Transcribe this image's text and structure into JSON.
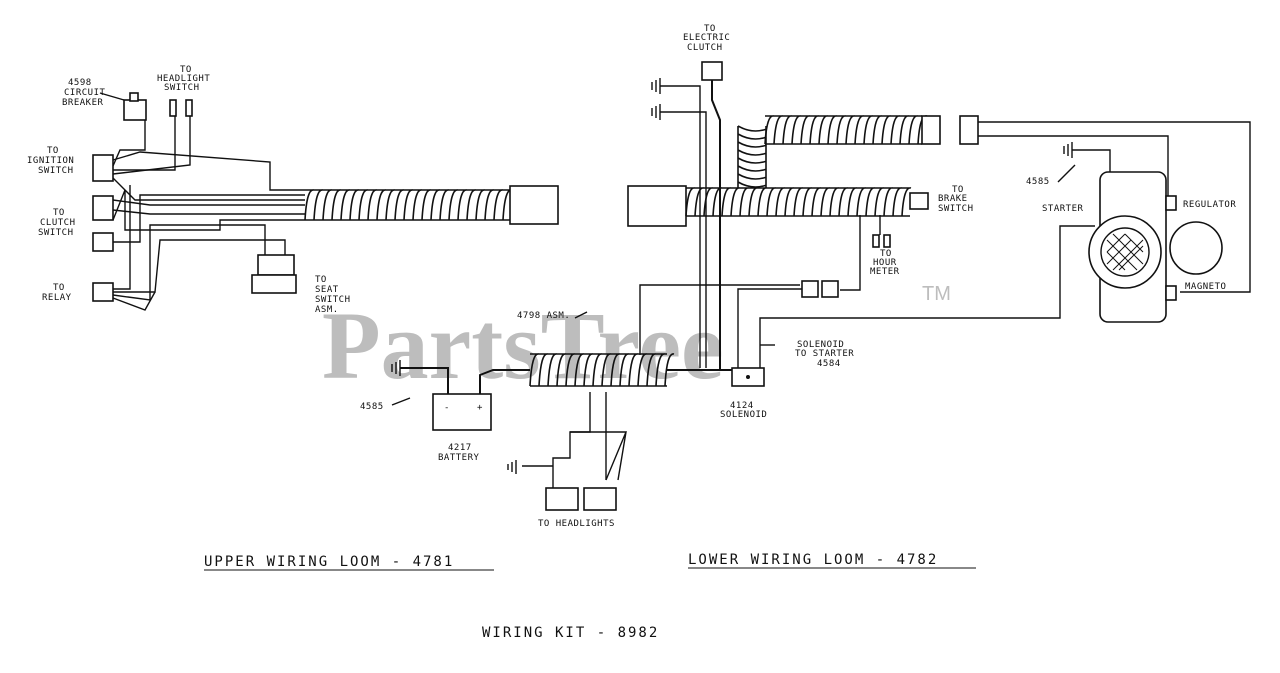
{
  "watermark": {
    "brand": "PartsTree",
    "mark": "TM"
  },
  "upper_loom": {
    "caption": "UPPER WIRING LOOM - 4781",
    "labels": {
      "breaker_1": "4598",
      "breaker_2": "CIRCUIT",
      "breaker_3": "BREAKER",
      "headlight_1": "TO",
      "headlight_2": "HEADLIGHT",
      "headlight_3": "SWITCH",
      "ignition_1": "TO",
      "ignition_2": "IGNITION",
      "ignition_3": "SWITCH",
      "clutch_1": "TO",
      "clutch_2": "CLUTCH",
      "clutch_3": "SWITCH",
      "relay_1": "TO",
      "relay_2": "RELAY",
      "seat_1": "TO",
      "seat_2": "SEAT",
      "seat_3": "SWITCH",
      "seat_4": "ASM."
    }
  },
  "lower_loom": {
    "caption": "LOWER WIRING LOOM - 4782",
    "labels": {
      "eclutch_1": "TO",
      "eclutch_2": "ELECTRIC",
      "eclutch_3": "CLUTCH",
      "brake_1": "TO",
      "brake_2": "BRAKE",
      "brake_3": "SWITCH",
      "hour_1": "TO",
      "hour_2": "HOUR",
      "hour_3": "METER",
      "ground_top": "4585",
      "starter": "STARTER",
      "regulator": "REGULATOR",
      "magneto": "MAGNETO",
      "asm": "4798 ASM.",
      "sol_starter_1": "SOLENOID",
      "sol_starter_2": "TO STARTER",
      "sol_starter_3": "4584",
      "solenoid_1": "4124",
      "solenoid_2": "SOLENOID",
      "ground_left": "4585",
      "battery_1": "4217",
      "battery_2": "BATTERY",
      "battery_minus": "-",
      "battery_plus": "+",
      "headlights": "TO HEADLIGHTS"
    }
  },
  "kit_caption": "WIRING KIT - 8982"
}
